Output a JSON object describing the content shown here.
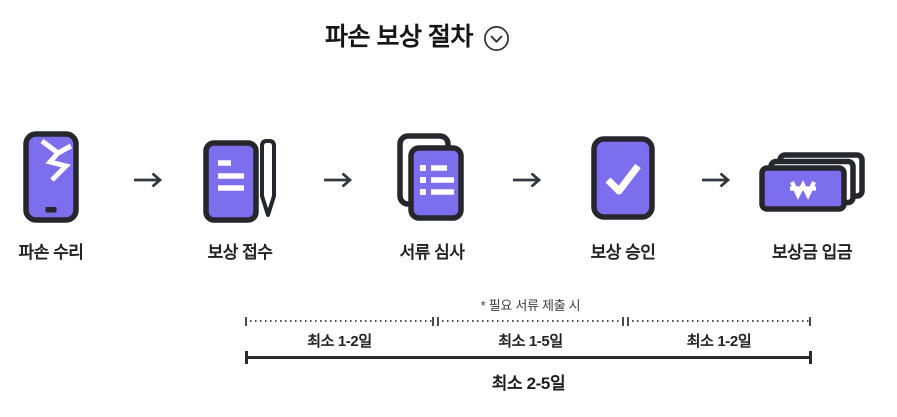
{
  "header": {
    "title": "파손 보상 절차"
  },
  "steps": [
    {
      "label": "파손 수리",
      "icon": "cracked-phone-icon"
    },
    {
      "label": "보상 접수",
      "icon": "document-pen-icon"
    },
    {
      "label": "서류 심사",
      "icon": "stacked-documents-icon"
    },
    {
      "label": "보상 승인",
      "icon": "approved-card-check-icon"
    },
    {
      "label": "보상금 입금",
      "icon": "won-bills-icon"
    }
  ],
  "timeline": {
    "note": "* 필요 서류 제출 시",
    "segments": [
      {
        "label": "최소 1-2일"
      },
      {
        "label": "최소 1-5일"
      },
      {
        "label": "최소 1-2일"
      }
    ],
    "total_label": "최소 2-5일"
  },
  "colors": {
    "accent_purple": "#7d6eee",
    "outline_dark": "#26272d",
    "text_dark": "#1a1a1c",
    "line_gray": "#4c4c50",
    "solid_line": "#2b2b2e",
    "arrow_dark": "#35373d"
  }
}
